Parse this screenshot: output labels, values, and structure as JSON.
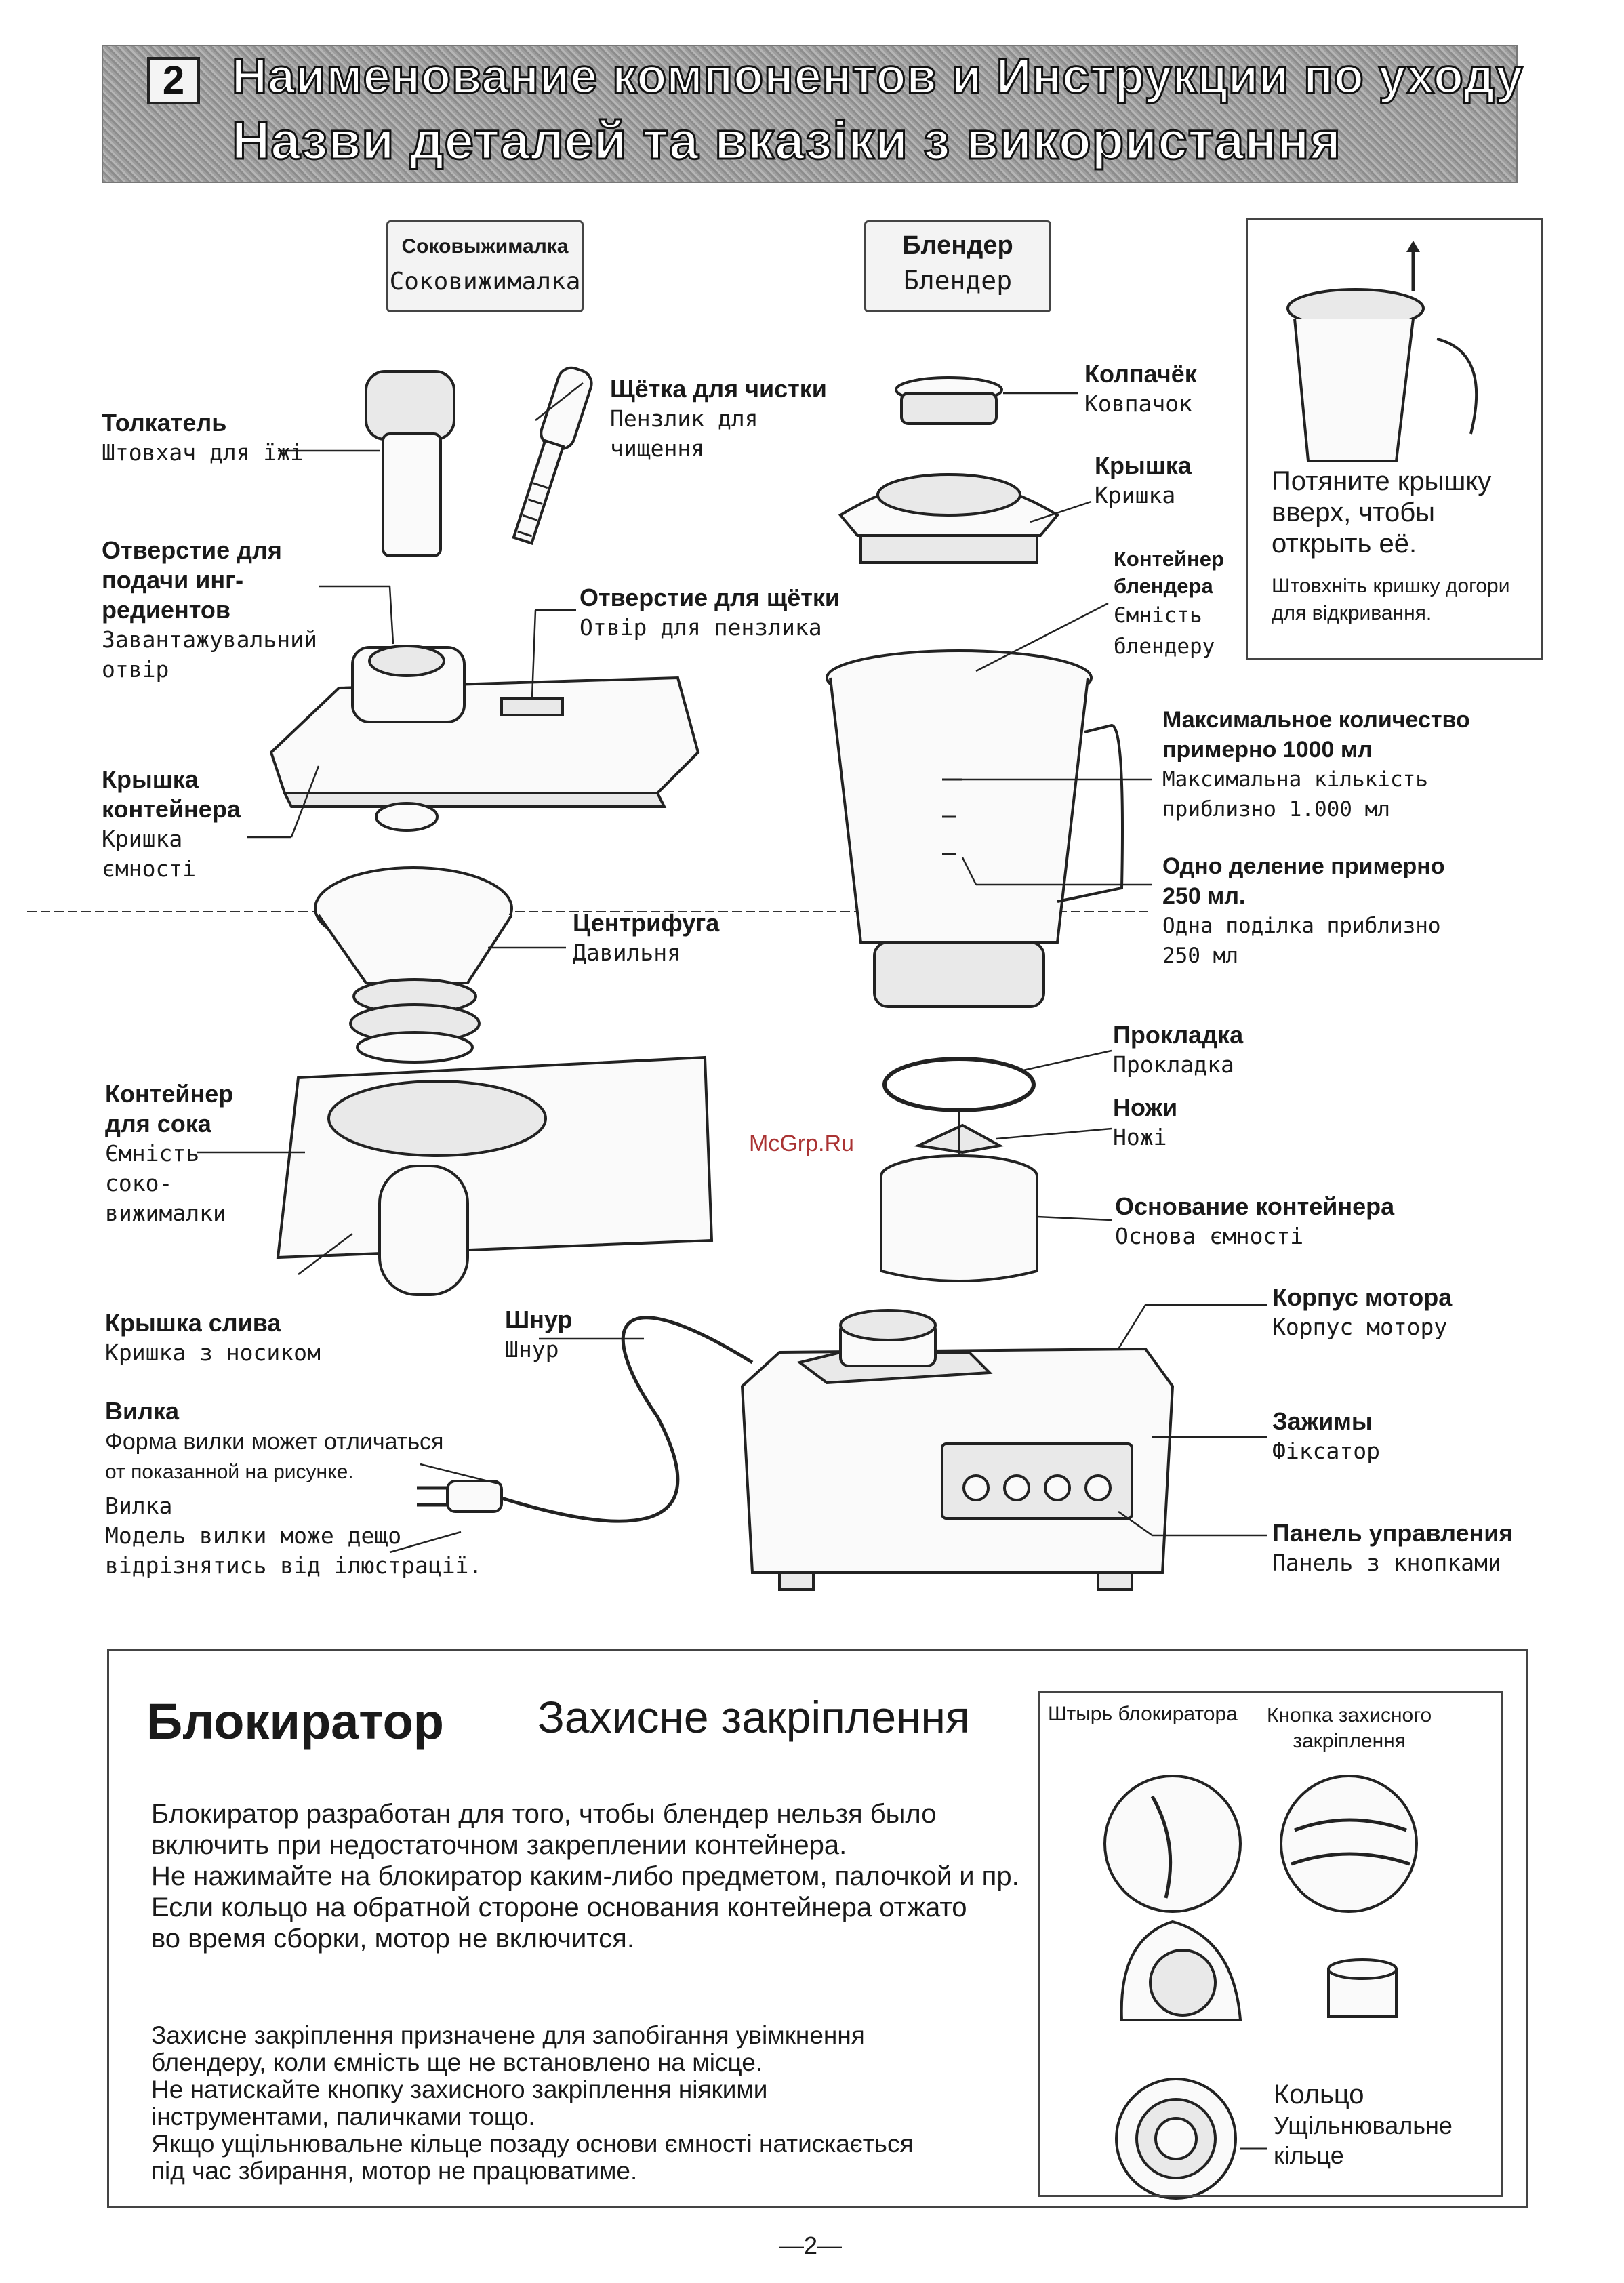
{
  "header": {
    "section_number": "2",
    "title_ru": "Наименование компонентов и Инструкции по уходу",
    "title_uk": "Назви деталей та вказіки з використання"
  },
  "juicer_box": {
    "ru": "Соковыжималка",
    "uk": "Соковижималка"
  },
  "blender_box": {
    "ru": "Блендер",
    "uk": "Блендер"
  },
  "lid_note": {
    "ru": [
      "Потяните крышку",
      "вверх, чтобы",
      "открыть её."
    ],
    "uk": [
      "Штовхніть кришку догори",
      "для відкривання."
    ]
  },
  "juicer_labels": {
    "pusher": {
      "ru": "Толкатель",
      "uk": "Штовхач для їжі"
    },
    "brush": {
      "ru": "Щётка для чистки",
      "uk": [
        "Пензлик для",
        "чищення"
      ]
    },
    "feed_hole": {
      "ru": [
        "Отверстие для",
        "подачи инг-",
        "редиентов"
      ],
      "uk": [
        "Завантажувальний",
        "отвір"
      ]
    },
    "brush_hole": {
      "ru": "Отверстие для щётки",
      "uk": "Отвір для пензлика"
    },
    "container_lid": {
      "ru": [
        "Крышка",
        "контейнера"
      ],
      "uk": [
        "Кришка",
        "ємності"
      ]
    },
    "centrifuge": {
      "ru": "Центрифуга",
      "uk": "Давильня"
    },
    "juice_container": {
      "ru": [
        "Контейнер",
        "для сока"
      ],
      "uk": [
        "Ємність",
        "соко-",
        "вижималки"
      ]
    },
    "spout_lid": {
      "ru": "Крышка слива",
      "uk": "Кришка з носиком"
    },
    "cord": {
      "ru": "Шнур",
      "uk": "Шнур"
    },
    "plug": {
      "ru": "Вилка",
      "ru_note": [
        "Форма вилки может отличаться",
        "от показанной на рисунке."
      ],
      "uk": "Вилка",
      "uk_note": [
        "Модель вилки може дещо",
        "відрізнятись від ілюстрації."
      ]
    }
  },
  "blender_labels": {
    "cap": {
      "ru": "Колпачёк",
      "uk": "Ковпачок"
    },
    "lid": {
      "ru": "Крышка",
      "uk": "Кришка"
    },
    "jar": {
      "ru": [
        "Контейнер",
        "блендера"
      ],
      "uk": [
        "Ємність",
        "блендеру"
      ]
    },
    "max": {
      "ru": [
        "Максимальное количество",
        "примерно 1000 мл"
      ],
      "uk": [
        "Максимальна кількість",
        "приблизно 1.000 мл"
      ]
    },
    "division": {
      "ru": [
        "Одно деление примерно",
        "250 мл."
      ],
      "uk": [
        "Одна поділка приблизно",
        "250 мл"
      ]
    },
    "gasket": {
      "ru": "Прокладка",
      "uk": "Прокладка"
    },
    "knives": {
      "ru": "Ножи",
      "uk": "Ножі"
    },
    "base": {
      "ru": "Основание контейнера",
      "uk": "Основа ємності"
    },
    "motor": {
      "ru": "Корпус мотора",
      "uk": "Корпус мотору"
    },
    "clamps": {
      "ru": "Зажимы",
      "uk": "Фіксатор"
    },
    "panel": {
      "ru": "Панель управления",
      "uk": "Панель з кнопками"
    }
  },
  "watermark": "McGrp.Ru",
  "lock": {
    "title_ru": "Блокиратор",
    "title_uk": "Захисне закріплення",
    "text_ru": [
      "Блокиратор разработан для того, чтобы блендер нельзя было",
      "включить при недостаточном закреплении контейнера.",
      "Не нажимайте на блокиратор каким-либо предметом, палочкой и пр.",
      "Если кольцо на обратной стороне основания контейнера отжато",
      "во время сборки, мотор не включится."
    ],
    "text_uk": [
      "Захисне закріплення призначене для запобігання увімкнення",
      "блендеру, коли ємність ще не встановлено на місце.",
      "Не натискайте кнопку захисного закріплення ніякими",
      "інструментами, паличками тощо.",
      "Якщо ущільнювальне кільце позаду основи ємності натискається",
      "під час збирання, мотор не працюватиме."
    ],
    "pin_label": "Штырь блокиратора",
    "button_label": [
      "Кнопка захисного",
      "закріплення"
    ],
    "ring_ru": "Кольцо",
    "ring_uk": [
      "Ущільнювальне",
      "кільце"
    ]
  },
  "page_number": "—2—"
}
